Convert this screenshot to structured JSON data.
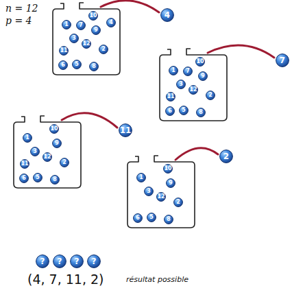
{
  "diagram": {
    "nodes": [
      {
        "text": [
          "10"
        ]
      },
      {
        "text": [
          "1"
        ]
      },
      {
        "text": [
          "7"
        ]
      },
      {
        "text": [
          "9"
        ]
      },
      {
        "text": [
          "4"
        ]
      },
      {
        "text": [
          "3"
        ]
      },
      {
        "text": [
          "12"
        ]
      },
      {
        "text": [
          "2"
        ]
      },
      {
        "text": [
          "11"
        ]
      },
      {
        "text": [
          "6"
        ]
      },
      {
        "text": [
          "5"
        ]
      },
      {
        "text": [
          "8"
        ]
      },
      {
        "text": [
          "4"
        ]
      },
      {
        "text": [
          "10"
        ]
      },
      {
        "text": [
          "1"
        ]
      },
      {
        "text": [
          "7"
        ]
      },
      {
        "text": [
          "9"
        ]
      },
      {
        "text": [
          "3"
        ]
      },
      {
        "text": [
          "12"
        ]
      },
      {
        "text": [
          "2"
        ]
      },
      {
        "text": [
          "11"
        ]
      },
      {
        "text": [
          "6"
        ]
      },
      {
        "text": [
          "5"
        ]
      },
      {
        "text": [
          "8"
        ]
      },
      {
        "text": [
          "7"
        ]
      },
      {
        "text": [
          "10"
        ]
      },
      {
        "text": [
          "1"
        ]
      },
      {
        "text": [
          "9"
        ]
      },
      {
        "text": [
          "3"
        ]
      },
      {
        "text": [
          "12"
        ]
      },
      {
        "text": [
          "2"
        ]
      },
      {
        "text": [
          "11"
        ]
      },
      {
        "text": [
          "6"
        ]
      },
      {
        "text": [
          "5"
        ]
      },
      {
        "text": [
          "8"
        ]
      },
      {
        "text": [
          "11"
        ]
      },
      {
        "text": [
          "10"
        ]
      },
      {
        "text": [
          "1"
        ]
      },
      {
        "text": [
          "9"
        ]
      },
      {
        "text": [
          "3"
        ]
      },
      {
        "text": [
          "12"
        ]
      },
      {
        "text": [
          "2"
        ]
      },
      {
        "text": [
          "6"
        ]
      },
      {
        "text": [
          "5"
        ]
      },
      {
        "text": [
          "8"
        ]
      },
      {
        "text": [
          "2"
        ]
      },
      {
        "text": [
          "?"
        ]
      },
      {
        "text": [
          "?"
        ]
      },
      {
        "text": [
          "?"
        ]
      },
      {
        "text": [
          "?"
        ]
      }
    ],
    "labels": [
      "n = 12",
      "p = 4",
      "(4, 7, 11, 2)",
      "résultat possible"
    ]
  }
}
